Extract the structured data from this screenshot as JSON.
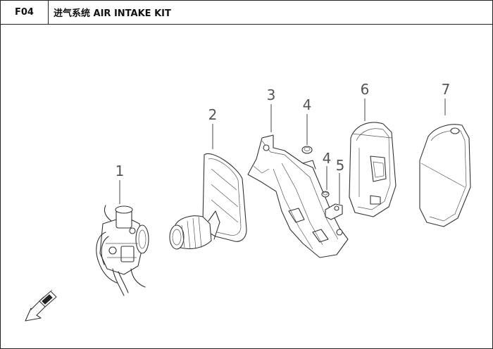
{
  "header": {
    "code": "F04",
    "title": "进气系统 AIR INTAKE KIT"
  },
  "callouts": [
    "1",
    "2",
    "3",
    "4",
    "4",
    "5",
    "6",
    "7"
  ],
  "icons": {
    "orientation_arrow": "front-direction-arrow-icon"
  }
}
